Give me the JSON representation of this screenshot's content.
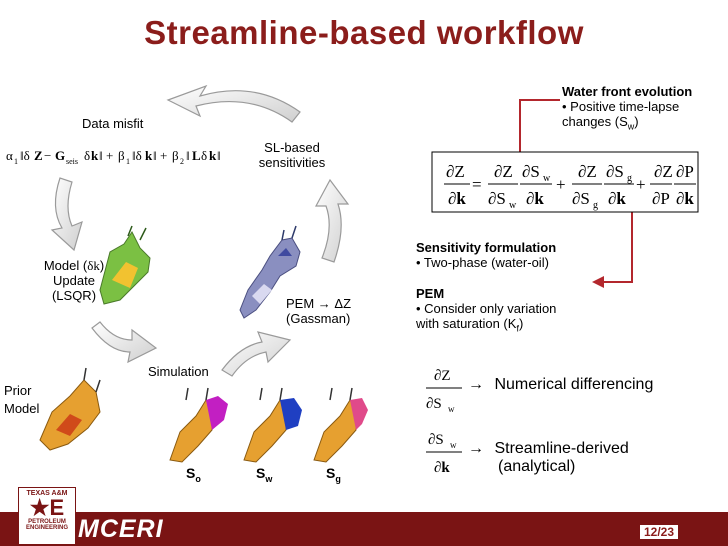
{
  "slide": {
    "title": "Streamline-based workflow",
    "page_number": "12/23",
    "footer_brand": "MCERI",
    "logo_text": [
      "TEXAS A&M",
      "PETROLEUM",
      "ENGINEERING"
    ]
  },
  "labels": {
    "data_misfit": "Data misfit",
    "sl_based_1": "SL-based",
    "sl_based_2": "sensitivities",
    "model_update_1": "Model (",
    "model_update_dk": "δk",
    "model_update_close": ")",
    "model_update_2": "Update",
    "model_update_3": "(LSQR)",
    "pem_line": "PEM → ΔZ",
    "pem_gassman": "(Gassman)",
    "simulation": "Simulation",
    "prior_1": "Prior",
    "prior_2": "Model",
    "so": "So",
    "sw": "Sw",
    "sg": "Sg"
  },
  "right_panel": {
    "water_front_title": "Water front evolution",
    "water_front_bullet_1": "• Positive time-lapse",
    "water_front_bullet_2": "changes (Sw)",
    "sens_title": "Sensitivity formulation",
    "sens_bullet": "• Two-phase (water-oil)",
    "pem_title": "PEM",
    "pem_bullet_1": "• Consider only variation",
    "pem_bullet_2": "with saturation (Kf)",
    "numerical": "Numerical differencing",
    "streamline_1": "Streamline-derived",
    "streamline_2": "(analytical)"
  },
  "colors": {
    "title": "#8b1d1b",
    "footer": "#7a1414",
    "arrow_fill": "#e6e6e6",
    "arrow_stroke": "#9a9a9a",
    "connector": "#b3272d"
  }
}
